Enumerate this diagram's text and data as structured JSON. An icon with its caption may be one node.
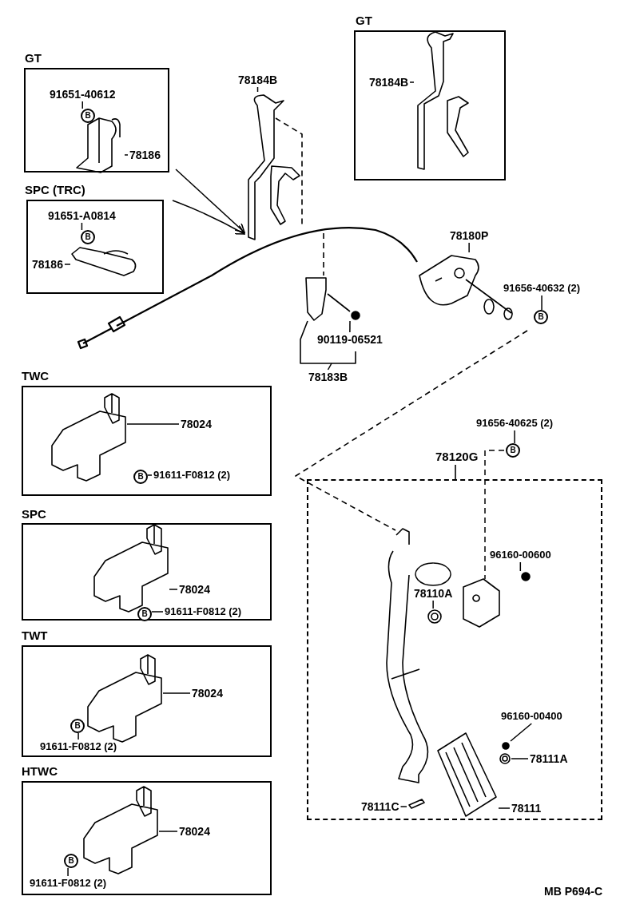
{
  "diagram": {
    "nodes": [
      {
        "text": [
          "GT"
        ]
      },
      {
        "text": [
          "91651-40612"
        ],
        "in": 0
      },
      {
        "text": [
          "78186"
        ],
        "in": 0
      },
      {
        "text": [
          "SPC (TRC)"
        ]
      },
      {
        "text": [
          "91651-A0814"
        ],
        "in": 3
      },
      {
        "text": [
          "78186"
        ],
        "in": 3
      },
      {
        "text": [
          "GT"
        ]
      },
      {
        "text": [
          "78184B"
        ],
        "in": 6
      },
      {
        "text": [
          "78184B"
        ]
      },
      {
        "text": [
          "78180P"
        ]
      },
      {
        "text": [
          "91656-40632 (2)"
        ]
      },
      {
        "text": [
          "90119-06521"
        ]
      },
      {
        "text": [
          "78183B"
        ]
      },
      {
        "text": [
          "TWC"
        ]
      },
      {
        "text": [
          "78024"
        ],
        "in": 13
      },
      {
        "text": [
          "91611-F0812 (2)"
        ],
        "in": 13
      },
      {
        "text": [
          "SPC"
        ]
      },
      {
        "text": [
          "78024"
        ],
        "in": 16
      },
      {
        "text": [
          "91611-F0812 (2)"
        ],
        "in": 16
      },
      {
        "text": [
          "TWT"
        ]
      },
      {
        "text": [
          "78024"
        ],
        "in": 19
      },
      {
        "text": [
          "91611-F0812 (2)"
        ],
        "in": 19
      },
      {
        "text": [
          "HTWC"
        ]
      },
      {
        "text": [
          "78024"
        ],
        "in": 22
      },
      {
        "text": [
          "91611-F0812 (2)"
        ],
        "in": 22
      },
      {
        "text": [
          "78120G"
        ]
      },
      {
        "text": [
          "91656-40625 (2)"
        ]
      },
      {
        "text": [
          "96160-00600"
        ],
        "in": 25
      },
      {
        "text": [
          "78110A"
        ],
        "in": 25
      },
      {
        "text": [
          "96160-00400"
        ],
        "in": 25
      },
      {
        "text": [
          "78111A"
        ],
        "in": 25
      },
      {
        "text": [
          "78111C"
        ],
        "in": 25
      },
      {
        "text": [
          "78111"
        ],
        "in": 25
      },
      {
        "text": [],
        "shape": "picture",
        "in": 0
      },
      {
        "text": [],
        "shape": "picture",
        "in": 3
      },
      {
        "text": [],
        "shape": "picture",
        "in": 6
      },
      {
        "text": [],
        "shape": "picture"
      },
      {
        "text": [],
        "shape": "picture"
      },
      {
        "text": [],
        "shape": "circle"
      },
      {
        "text": [],
        "shape": "picture",
        "in": 13
      },
      {
        "text": [],
        "shape": "picture",
        "in": 16
      },
      {
        "text": [],
        "shape": "picture",
        "in": 19
      },
      {
        "text": [],
        "shape": "picture",
        "in": 22
      },
      {
        "text": [],
        "shape": "circle",
        "in": 25
      },
      {
        "text": [],
        "shape": "picture",
        "in": 25
      },
      {
        "text": [],
        "shape": "circle",
        "in": 25
      },
      {
        "text": [],
        "shape": "picture",
        "in": 25
      },
      {
        "text": [],
        "shape": "picture",
        "in": 25
      },
      {
        "text": [],
        "shape": "picture",
        "in": 25
      },
      {
        "text": [
          "B"
        ],
        "in": 0
      },
      {
        "text": [
          "B"
        ],
        "in": 3
      },
      {
        "text": [
          "B"
        ]
      },
      {
        "text": [
          "B"
        ]
      },
      {
        "text": [
          "B"
        ],
        "in": 13
      },
      {
        "text": [
          "B"
        ],
        "in": 16
      },
      {
        "text": [
          "B"
        ],
        "in": 19
      },
      {
        "text": [
          "B"
        ],
        "in": 22
      },
      {
        "text": [],
        "shape": "picture",
        "in": 25
      }
    ],
    "edges": [
      {
        "from": 1,
        "to": 49,
        "arrow": "none"
      },
      {
        "from": 2,
        "to": 33,
        "arrow": "none"
      },
      {
        "from": 4,
        "to": 50,
        "arrow": "none"
      },
      {
        "from": 5,
        "to": 34,
        "arrow": "none"
      },
      {
        "from": 0,
        "to": 36,
        "arrow": "to"
      },
      {
        "from": 3,
        "to": 36,
        "arrow": "to"
      },
      {
        "from": 7,
        "to": 35,
        "arrow": "none"
      },
      {
        "from": 8,
        "to": 36,
        "arrow": "none"
      },
      {
        "from": 9,
        "to": 37,
        "arrow": "none"
      },
      {
        "from": 10,
        "to": 51,
        "arrow": "none"
      },
      {
        "from": 11,
        "to": 38,
        "arrow": "none"
      },
      {
        "from": 12,
        "to": null,
        "arrow": "none"
      },
      {
        "from": 14,
        "to": 39,
        "arrow": "none"
      },
      {
        "from": 15,
        "to": 53,
        "arrow": "none"
      },
      {
        "from": 17,
        "to": 40,
        "arrow": "none"
      },
      {
        "from": 18,
        "to": 54,
        "arrow": "none"
      },
      {
        "from": 20,
        "to": 41,
        "arrow": "none"
      },
      {
        "from": 21,
        "to": 55,
        "arrow": "none"
      },
      {
        "from": 23,
        "to": 42,
        "arrow": "none"
      },
      {
        "from": 24,
        "to": 56,
        "arrow": "none"
      },
      {
        "from": 26,
        "to": 52,
        "arrow": "none"
      },
      {
        "from": 27,
        "to": 43,
        "arrow": "none"
      },
      {
        "from": 28,
        "to": 44,
        "arrow": "none"
      },
      {
        "from": 29,
        "to": 45,
        "arrow": "none"
      },
      {
        "from": 30,
        "to": 46,
        "arrow": "none"
      },
      {
        "from": 31,
        "to": 47,
        "arrow": "none"
      },
      {
        "from": 32,
        "to": 48,
        "arrow": "none"
      },
      {
        "from": 52,
        "to": 57,
        "arrow": "none",
        "style": "dashed"
      }
    ],
    "labels": [
      "MB P694-C"
    ]
  }
}
